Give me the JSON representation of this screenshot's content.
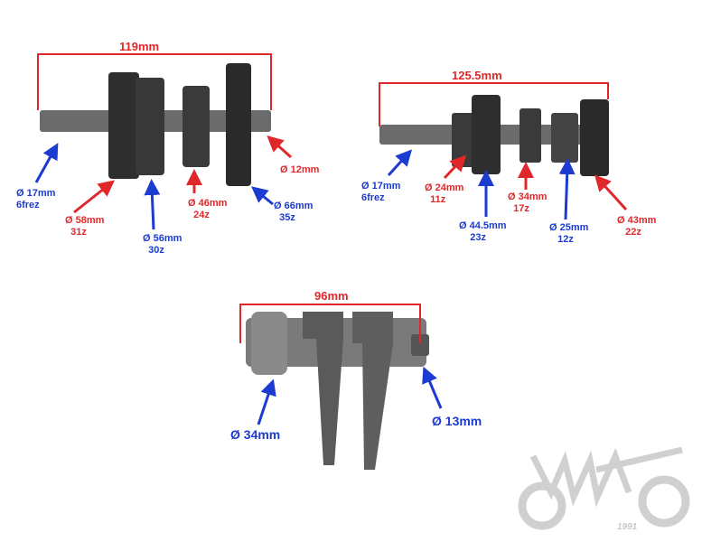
{
  "colors": {
    "blue": "#1c3bd0",
    "red": "#e0282a",
    "part": "#4a4a4a",
    "logo": "#d0d0d0"
  },
  "main_shaft": {
    "length": "119mm",
    "labels": [
      {
        "dia": "Ø 17mm",
        "teeth": "6frez",
        "color": "blue"
      },
      {
        "dia": "Ø 58mm",
        "teeth": "31z",
        "color": "red"
      },
      {
        "dia": "Ø 56mm",
        "teeth": "30z",
        "color": "blue"
      },
      {
        "dia": "Ø 46mm",
        "teeth": "24z",
        "color": "red"
      },
      {
        "dia": "Ø 66mm",
        "teeth": "35z",
        "color": "blue"
      },
      {
        "dia": "Ø 12mm",
        "teeth": "",
        "color": "red"
      }
    ]
  },
  "counter_shaft": {
    "length": "125.5mm",
    "labels": [
      {
        "dia": "Ø 17mm",
        "teeth": "6frez",
        "color": "blue"
      },
      {
        "dia": "Ø 24mm",
        "teeth": "11z",
        "color": "red"
      },
      {
        "dia": "Ø 44.5mm",
        "teeth": "23z",
        "color": "blue"
      },
      {
        "dia": "Ø 34mm",
        "teeth": "17z",
        "color": "red"
      },
      {
        "dia": "Ø 25mm",
        "teeth": "12z",
        "color": "blue"
      },
      {
        "dia": "Ø 43mm",
        "teeth": "22z",
        "color": "red"
      }
    ]
  },
  "shift_drum": {
    "length": "96mm",
    "labels": [
      {
        "dia": "Ø 34mm",
        "color": "blue"
      },
      {
        "dia": "Ø 13mm",
        "color": "blue"
      }
    ]
  },
  "logo": {
    "name": "WILMA",
    "year": "1991"
  }
}
